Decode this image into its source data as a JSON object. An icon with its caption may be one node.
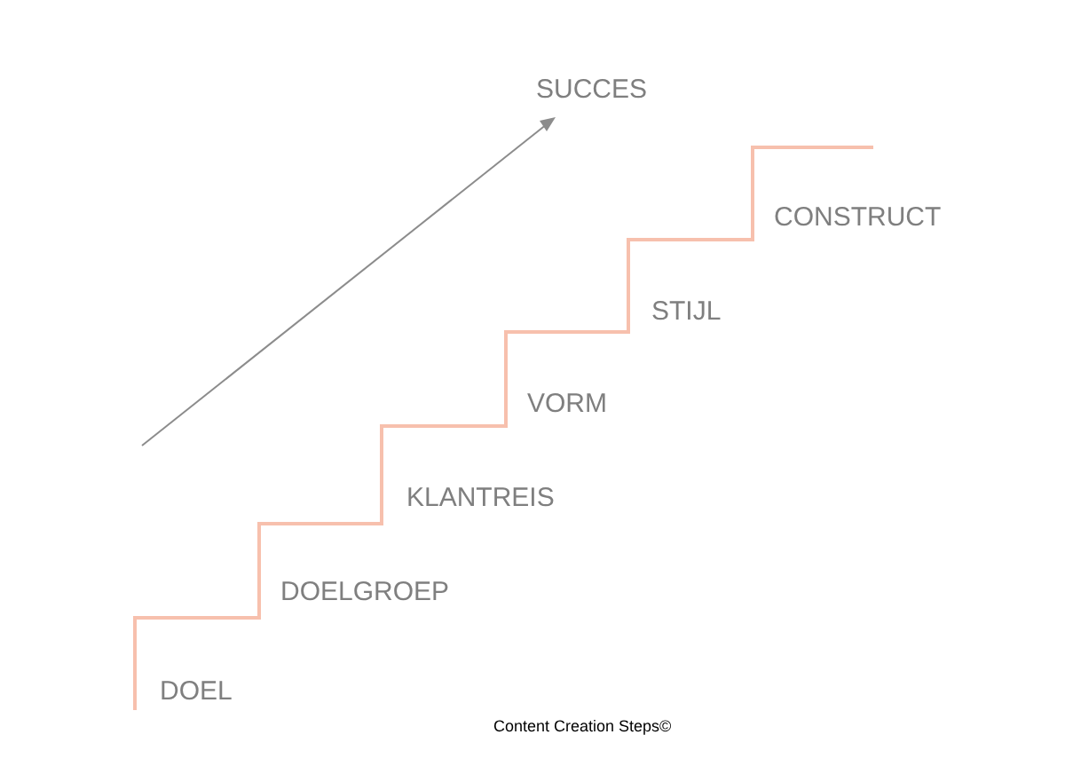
{
  "diagram": {
    "caption": "Content Creation Steps©",
    "labels": [
      "SUCCES",
      "CONSTRUCT",
      "STIJL",
      "VORM",
      "KLANTREIS",
      "DOELGROEP",
      "DOEL"
    ]
  }
}
